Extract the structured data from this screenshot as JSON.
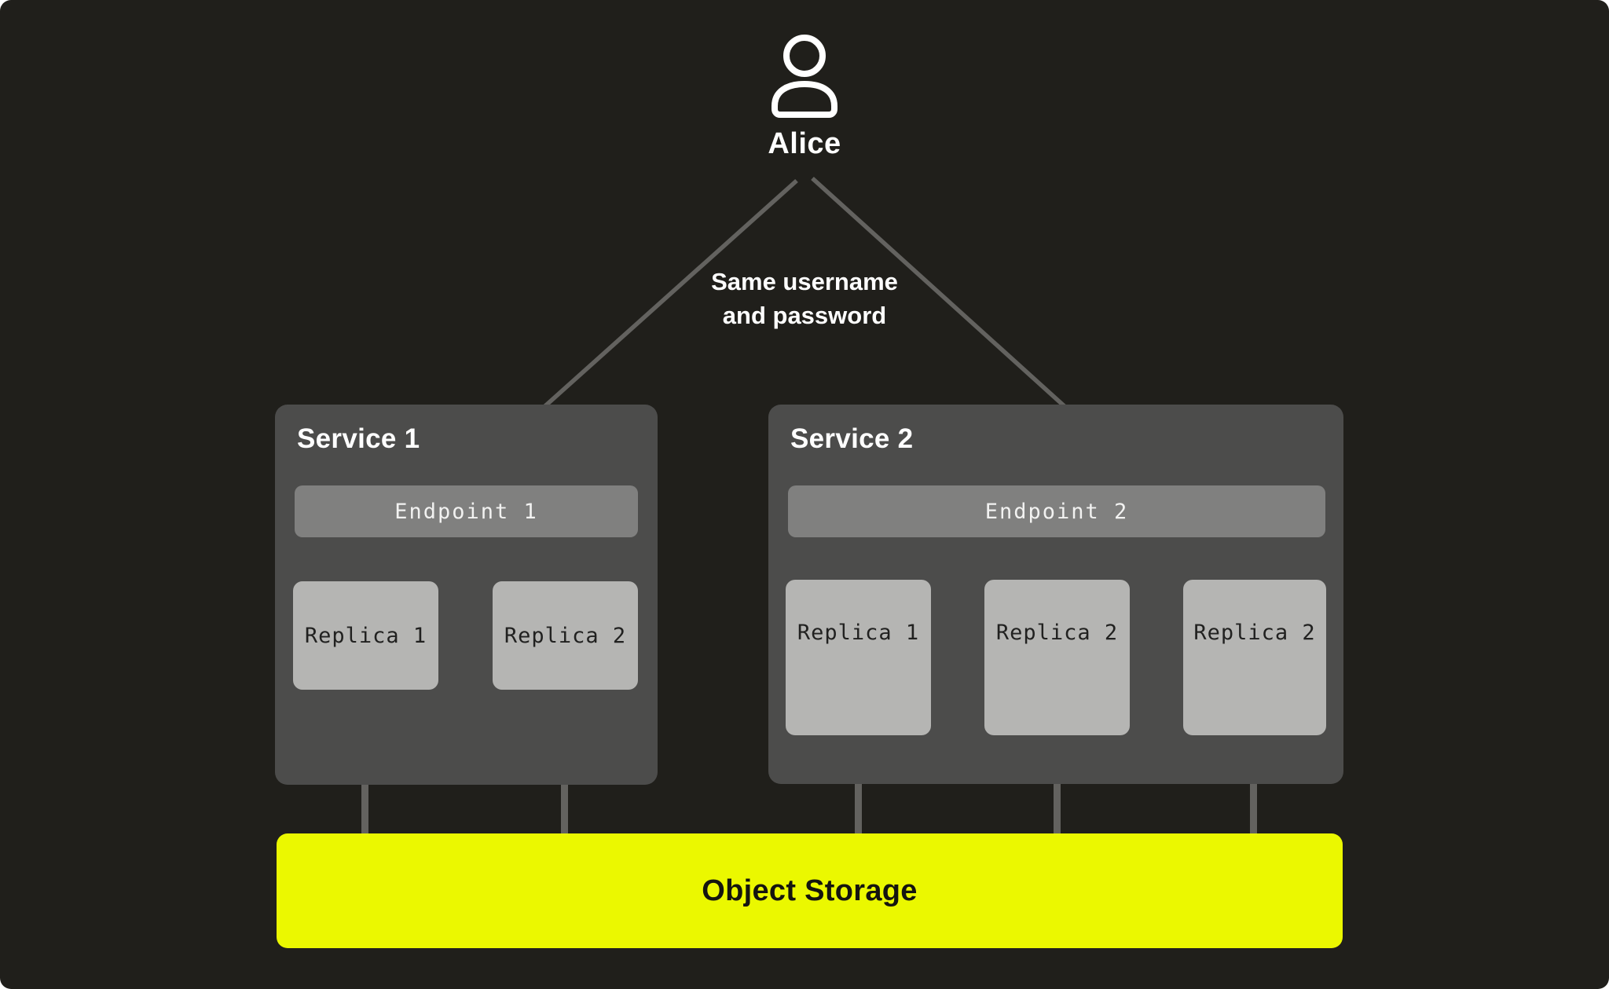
{
  "user": {
    "name": "Alice",
    "icon": "person-icon"
  },
  "connection_label": {
    "line1": "Same username",
    "line2": "and password"
  },
  "services": [
    {
      "title": "Service 1",
      "endpoint": "Endpoint 1",
      "replicas": [
        "Replica 1",
        "Replica 2"
      ]
    },
    {
      "title": "Service 2",
      "endpoint": "Endpoint 2",
      "replicas": [
        "Replica 1",
        "Replica 2",
        "Replica 2"
      ]
    }
  ],
  "storage": {
    "label": "Object Storage"
  },
  "colors": {
    "canvas_background": "#201f1b",
    "service_panel": "#4c4c4b",
    "endpoint_bar": "#80807f",
    "replica_box": "#b5b5b3",
    "connector_grey": "#6c6c68",
    "storage_yellow": "#ebf800",
    "text_white": "#ffffff",
    "text_dark": "#212120"
  }
}
